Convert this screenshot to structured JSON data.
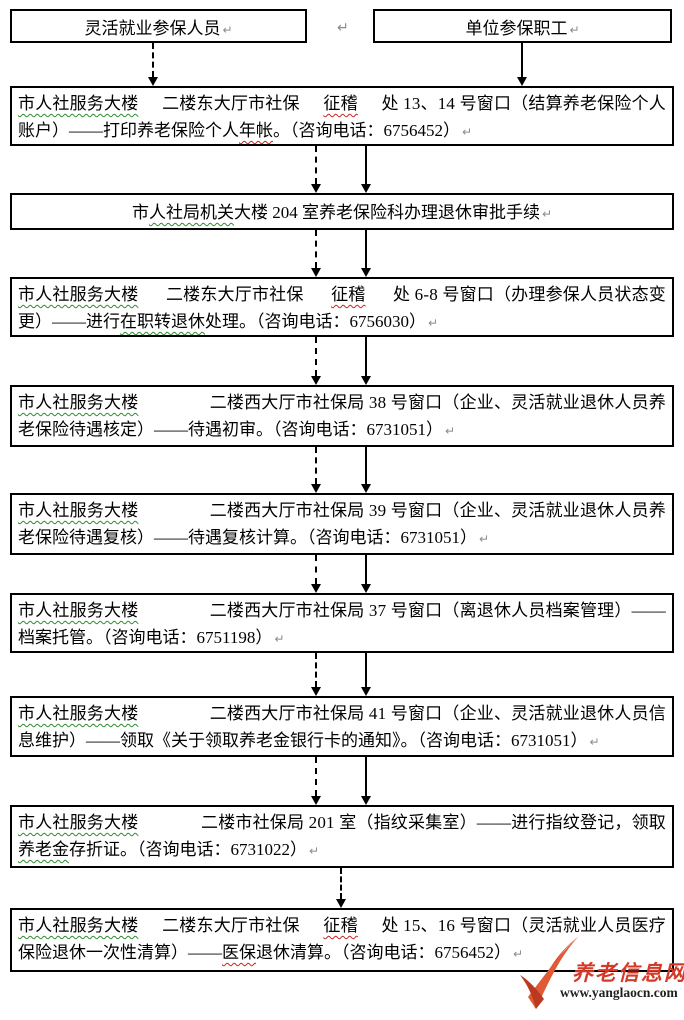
{
  "top_boxes": {
    "flexible": {
      "lines": [
        [
          {
            "t": "灵活就业参保人员"
          },
          {
            "t": "↵",
            "u": "crlf"
          }
        ]
      ]
    },
    "employer": {
      "lines": [
        [
          {
            "t": "单位参保职工"
          },
          {
            "t": "↵",
            "u": "crlf"
          }
        ]
      ]
    }
  },
  "standalone_return_mark": "↵",
  "flow_boxes": [
    {
      "step": 1,
      "lines": [
        [
          {
            "t": "市人社服务大楼",
            "u": "g"
          },
          {
            "t": "二楼东大厅市社保"
          },
          {
            "t": "征稽",
            "u": "r"
          },
          {
            "t": "处 13、14 号窗口（结算养老保险个人"
          }
        ],
        [
          {
            "t": "账户）——打印养老保险个人"
          },
          {
            "t": "年帐",
            "u": "r"
          },
          {
            "t": "。（咨询电话：6756452）"
          },
          {
            "t": "↵",
            "u": "crlf"
          }
        ]
      ]
    },
    {
      "step": 2,
      "lines": [
        [
          {
            "t": "市"
          },
          {
            "t": "人社局机关",
            "u": "g"
          },
          {
            "t": "大楼 204 室养老保险科办理退休审批手续"
          },
          {
            "t": "↵",
            "u": "crlf"
          }
        ]
      ]
    },
    {
      "step": 3,
      "lines": [
        [
          {
            "t": "市人社服务大楼",
            "u": "g"
          },
          {
            "t": "二楼东大厅市社保"
          },
          {
            "t": "征稽",
            "u": "r"
          },
          {
            "t": "处 6-8 号窗口（办理参保人员状态变"
          }
        ],
        [
          {
            "t": "更）——进行"
          },
          {
            "t": "在职转退休",
            "u": "g"
          },
          {
            "t": "处理。（咨询电话：6756030）"
          },
          {
            "t": "↵",
            "u": "crlf"
          }
        ]
      ]
    },
    {
      "step": 4,
      "lines": [
        [
          {
            "t": "市人社服务大楼",
            "u": "g"
          },
          {
            "t": "二楼西大厅市社保局 38 号窗口（企业、灵活就业退休人员养"
          }
        ],
        [
          {
            "t": "老保险待遇核定）——待遇初审。（咨询电话：6731051）"
          },
          {
            "t": "↵",
            "u": "crlf"
          }
        ]
      ]
    },
    {
      "step": 5,
      "lines": [
        [
          {
            "t": "市人社服务大楼",
            "u": "g"
          },
          {
            "t": "二楼西大厅市社保局 39 号窗口（企业、灵活就业退休人员养"
          }
        ],
        [
          {
            "t": "老保险待遇复核）——待遇复核计算。（咨询电话：6731051）"
          },
          {
            "t": "↵",
            "u": "crlf"
          }
        ]
      ]
    },
    {
      "step": 6,
      "lines": [
        [
          {
            "t": "市人社服务大楼",
            "u": "g"
          },
          {
            "t": "二楼西大厅市社保局 37 号窗口（离退休人员档案管理）——"
          }
        ],
        [
          {
            "t": "档案托管。（咨询电话：6751198）"
          },
          {
            "t": "↵",
            "u": "crlf"
          }
        ]
      ]
    },
    {
      "step": 7,
      "lines": [
        [
          {
            "t": "市人社服务大楼",
            "u": "g"
          },
          {
            "t": "二楼西大厅市社保局 41 号窗口（企业、灵活就业退休人员信"
          }
        ],
        [
          {
            "t": "息维护）——领取《关于领取养老金银行卡的通知》。（咨询电话：6731051）"
          },
          {
            "t": "↵",
            "u": "crlf"
          }
        ]
      ]
    },
    {
      "step": 8,
      "lines": [
        [
          {
            "t": "市人社服务大楼",
            "u": "g"
          },
          {
            "t": "二楼市社保局 201 室（指纹采集室）——进行指纹登记，领取"
          }
        ],
        [
          {
            "t": "养老金",
            "u": "g"
          },
          {
            "t": "存折证。（咨询电话：6731022）"
          },
          {
            "t": "↵",
            "u": "crlf"
          }
        ]
      ]
    },
    {
      "step": 9,
      "lines": [
        [
          {
            "t": "市人社服务大楼",
            "u": "g"
          },
          {
            "t": "二楼东大厅市社保"
          },
          {
            "t": "征稽",
            "u": "r"
          },
          {
            "t": "处 15、16 号窗口（灵活就业人员医疗"
          }
        ],
        [
          {
            "t": "保险退休一次性清算）——"
          },
          {
            "t": "医保",
            "u": "r"
          },
          {
            "t": "退休清算。（咨询电话：6756452）"
          },
          {
            "t": "↵",
            "u": "crlf"
          }
        ]
      ]
    }
  ],
  "watermark": {
    "site_name": "养老信息网",
    "site_url": "www.yanglaocn.com",
    "logo_color_main": "#d64428",
    "logo_color_dark": "#b93a20",
    "name_color": "#d43a28",
    "url_color": "#222222"
  },
  "colors": {
    "box_border": "#000000",
    "text": "#000000",
    "wavy_green": "#2e8b2e",
    "wavy_red": "#cc2020",
    "return_mark_gray": "#8a8a8a"
  }
}
